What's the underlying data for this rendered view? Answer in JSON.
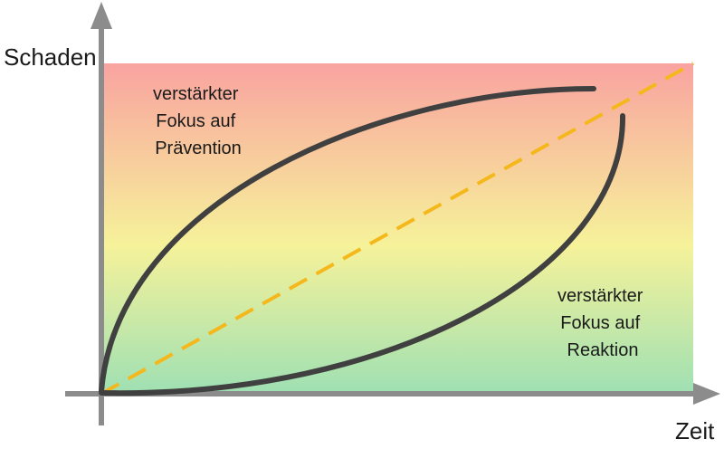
{
  "axes": {
    "y_label": "Schaden",
    "x_label": "Zeit"
  },
  "annotations": {
    "prevention": [
      "verstärkter",
      "Fokus auf",
      "Prävention"
    ],
    "reaction": [
      "verstärkter",
      "Fokus auf",
      "Reaktion"
    ]
  },
  "colors": {
    "background_top": "#f9a3a0",
    "background_middle": "#f6f29a",
    "background_bottom": "#9fe0b3",
    "curve": "#404040",
    "dashed_line": "#f5b81c",
    "axis": "#8c8c8c"
  }
}
